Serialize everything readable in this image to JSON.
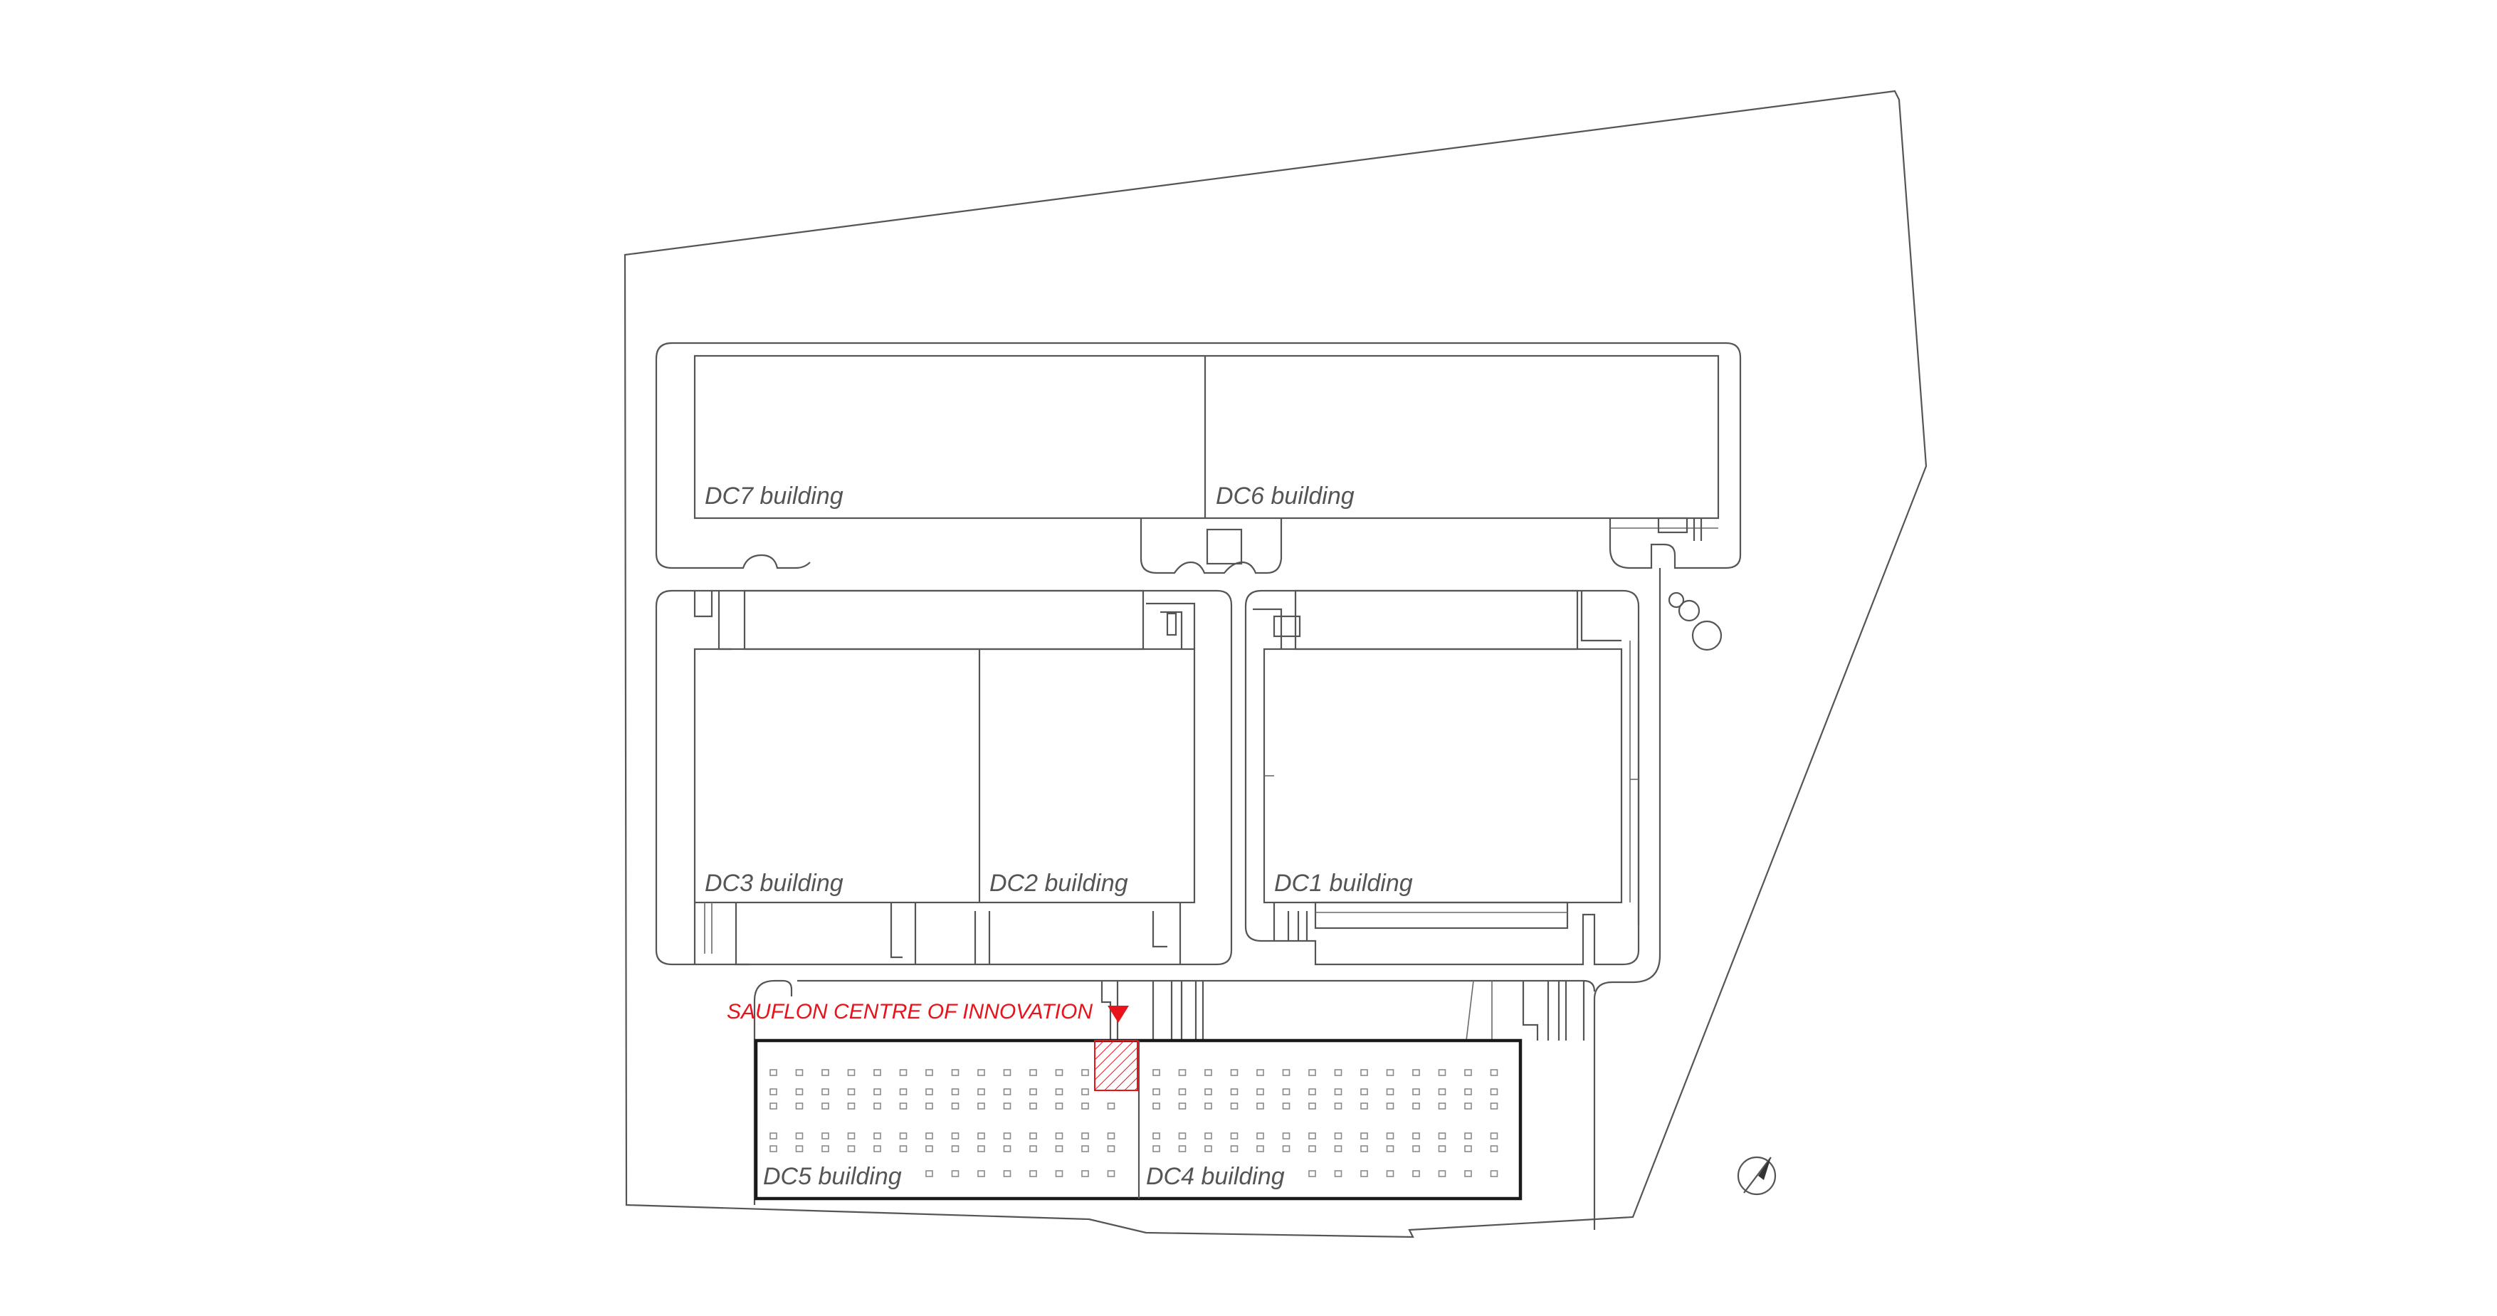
{
  "diagram": {
    "buildings": [
      {
        "id": "dc7",
        "label": "DC7 building"
      },
      {
        "id": "dc6",
        "label": "DC6 building"
      },
      {
        "id": "dc3",
        "label": "DC3 building"
      },
      {
        "id": "dc2",
        "label": "DC2 building"
      },
      {
        "id": "dc1",
        "label": "DC1 building"
      },
      {
        "id": "dc5",
        "label": "DC5 building"
      },
      {
        "id": "dc4",
        "label": "DC4 building"
      }
    ],
    "highlight": {
      "label": "SAUFLON CENTRE OF INNOVATION",
      "color": "#e8141c"
    },
    "line_color": "#555555",
    "north_arrow_icon": "north-arrow-icon"
  }
}
